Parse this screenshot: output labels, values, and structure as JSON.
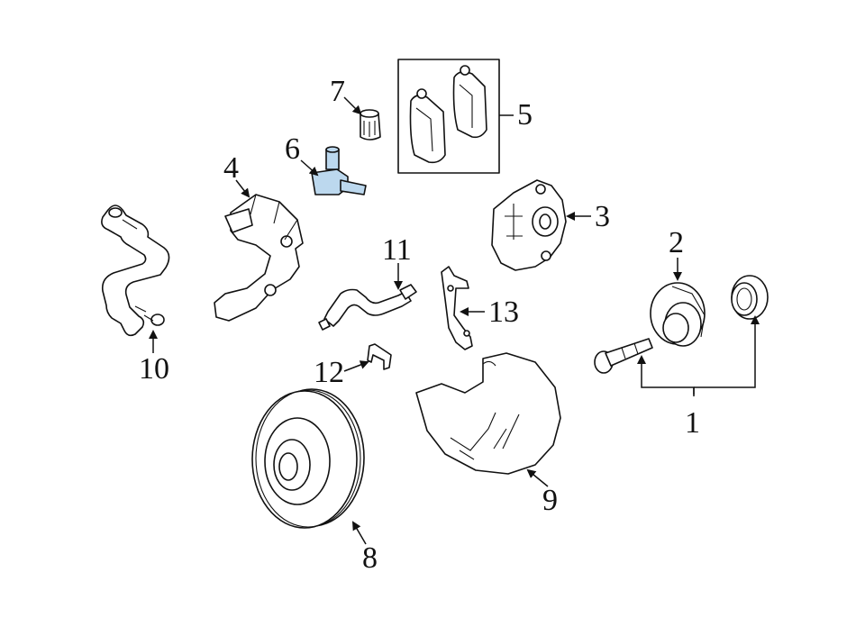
{
  "colors": {
    "highlight": "#bcd8ee",
    "line": "#111111",
    "background": "#ffffff"
  },
  "callouts": [
    {
      "id": "1",
      "label": "1"
    },
    {
      "id": "2",
      "label": "2"
    },
    {
      "id": "3",
      "label": "3"
    },
    {
      "id": "4",
      "label": "4"
    },
    {
      "id": "5",
      "label": "5"
    },
    {
      "id": "6",
      "label": "6"
    },
    {
      "id": "7",
      "label": "7"
    },
    {
      "id": "8",
      "label": "8"
    },
    {
      "id": "9",
      "label": "9"
    },
    {
      "id": "10",
      "label": "10"
    },
    {
      "id": "11",
      "label": "11"
    },
    {
      "id": "12",
      "label": "12"
    },
    {
      "id": "13",
      "label": "13"
    }
  ],
  "highlighted_part": "6"
}
